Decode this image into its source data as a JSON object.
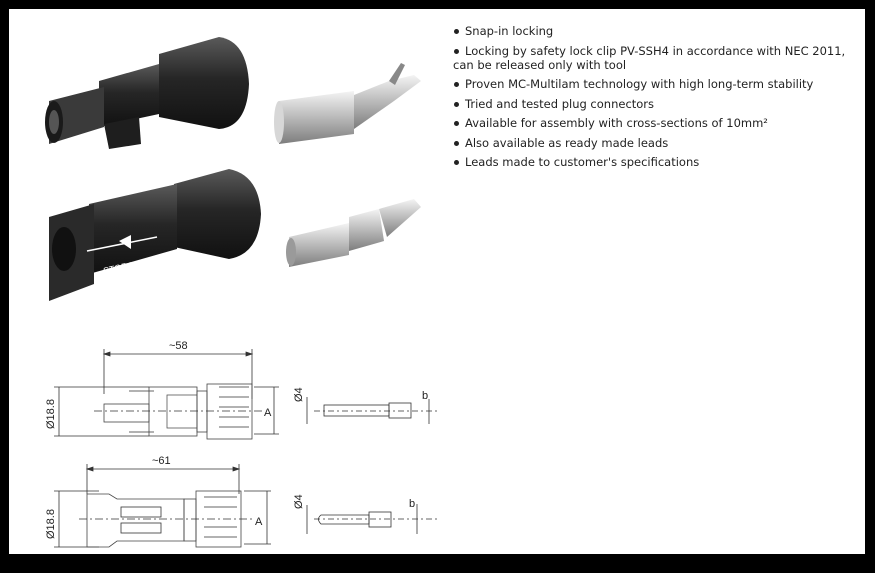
{
  "features": [
    "Snap-in locking",
    "Locking by safety lock clip PV-SSH4 in accordance with NEC 2011, can be released only with tool",
    "Proven MC-Multilam technology with high long-term stability",
    "Tried and tested plug connectors",
    "Available for assembly with cross-sections of 10mm²",
    "Also available as ready made leads",
    "Leads made to customer's specifications"
  ],
  "connector_label": "STOP !",
  "drawings": {
    "top": {
      "length": "~58",
      "diameter": "Ø18.8",
      "a": "A",
      "pin_diameter": "Ø4",
      "b": "b"
    },
    "bottom": {
      "length": "~61",
      "diameter": "Ø18.8",
      "a": "A",
      "pin_diameter": "Ø4",
      "b": "b"
    }
  },
  "colors": {
    "frame": "#000000",
    "panel": "#ffffff",
    "connector_body": "#2b2b2b",
    "pin_metal": "#c8c8c8"
  }
}
